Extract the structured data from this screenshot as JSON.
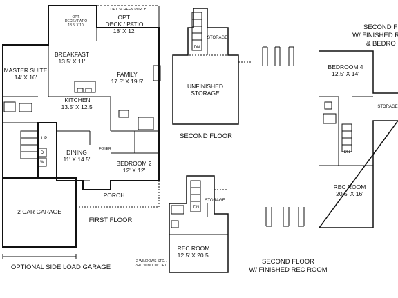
{
  "first_floor": {
    "caption": "FIRST FLOOR",
    "rooms": {
      "opt_deck_small_1": "OPT.",
      "opt_deck_small_2": "DECK / PATIO",
      "opt_deck_small_3": "13.5' X 10'",
      "screen_porch": "OPT. SCREEN PORCH",
      "opt_deck_1": "OPT.",
      "opt_deck_2": "DECK / PATIO",
      "opt_deck_3": "18' X 12'",
      "breakfast_1": "BREAKFAST",
      "breakfast_2": "13.5' X 11'",
      "family_1": "FAMILY",
      "family_2": "17.5' X 19.5'",
      "master_1": "MASTER SUITE",
      "master_2": "14' X 16'",
      "kitchen_1": "KITCHEN",
      "kitchen_2": "13.5' X 12.5'",
      "dining_1": "DINING",
      "dining_2": "11' X 14.5'",
      "foyer": "FOYER",
      "bedroom2_1": "BEDROOM 2",
      "bedroom2_2": "12' X 12'",
      "porch": "PORCH",
      "garage": "2 CAR GARAGE",
      "up": "UP",
      "d": "D",
      "w": "W"
    },
    "garage_caption": "OPTIONAL SIDE LOAD GARAGE"
  },
  "second_floor": {
    "caption": "SECOND FLOOR",
    "dn": "DN",
    "storage": "STORAGE",
    "unfinished_1": "UNFINISHED",
    "unfinished_2": "STORAGE"
  },
  "second_floor_rec": {
    "caption_1": "SECOND FLOOR",
    "caption_2": "W/ FINISHED REC ROOM",
    "dn": "DN",
    "storage": "STORAGE",
    "rec_1": "REC ROOM",
    "rec_2": "12.5' X 20.5'",
    "windows_1": "2 WINDOWS STD. /",
    "windows_2": "3RD WINDOW OPT."
  },
  "second_floor_bed4": {
    "caption_1": "SECOND F",
    "caption_2": "W/ FINISHED RE",
    "caption_3": "& BEDRO",
    "bed4_1": "BEDROOM 4",
    "bed4_2": "12.5' X 14'",
    "rec_1": "REC ROOM",
    "rec_2": "20.5' X 16'",
    "dn": "DN",
    "storage": "STORAGE"
  }
}
